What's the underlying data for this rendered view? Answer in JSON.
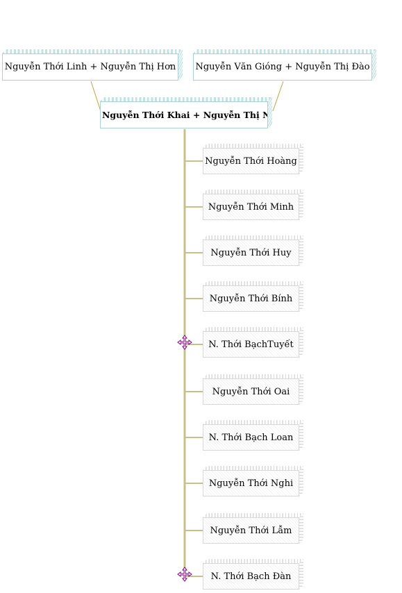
{
  "parents": {
    "father_couple": "Nguyễn Thới Linh + Nguyễn Thị  Hơn",
    "mother_couple": "Nguyễn Văn Gióng + Nguyễn Thị Đào"
  },
  "center_couple": "Nguyễn Thới Khai  +  Nguyễn Thị Ngà",
  "children": [
    "Nguyễn Thới Hoàng",
    "Nguyễn Thới Minh",
    "Nguyễn Thới Huy",
    "Nguyễn Thới Bính",
    "N. Thới BạchTuyết",
    "Nguyễn Thới Oai",
    "N. Thới Bạch Loan",
    "Nguyễn Thới Nghi",
    "Nguyễn Thới Lẫm",
    "N. Thới Bạch Đàn"
  ],
  "colors": {
    "connector": "#c8c088",
    "connector_parent": "#c8a040",
    "box_border": "#a9d2d6",
    "move_handle": "#800080"
  },
  "icons": [
    "move-handle-icon"
  ]
}
